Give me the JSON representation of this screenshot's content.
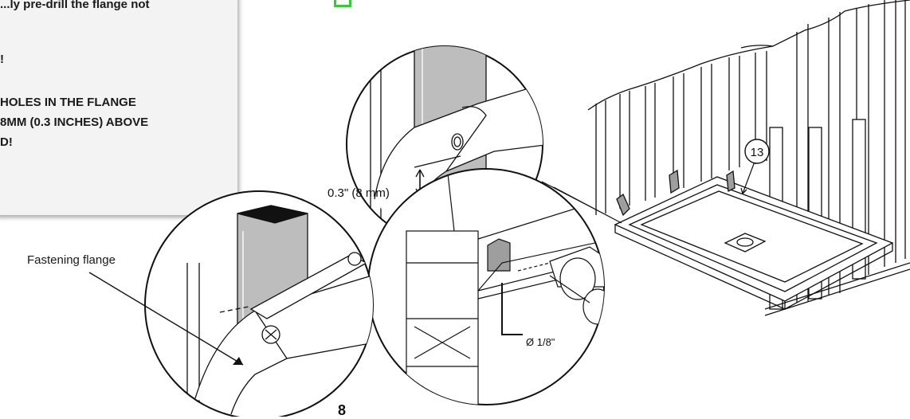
{
  "notes": [
    "...ly pre-drill the flange not",
    "!",
    "HOLES IN THE FLANGE",
    " 8MM (0.3 INCHES) ABOVE",
    "D!"
  ],
  "labels": {
    "fastening_flange": "Fastening flange",
    "height_dim": "0.3\" (8 mm)",
    "drill_dia": "Ø 1/8\"",
    "callout_num": "13",
    "page_number": "8"
  },
  "colors": {
    "accent_green": "#33cc33",
    "note_bg": "#f3f3f3",
    "stud_grey": "#bdbdbd",
    "line": "#111111"
  }
}
